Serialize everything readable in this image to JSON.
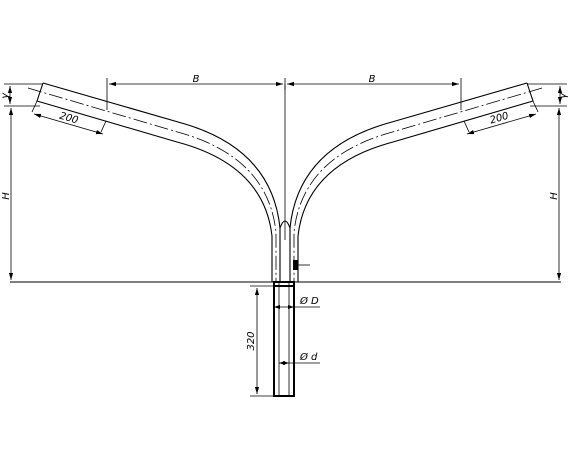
{
  "dimensions": {
    "arm_span_left": "B",
    "arm_span_right": "B",
    "arm_end_length_left": "200",
    "arm_end_length_right": "200",
    "height_left": "H",
    "height_right": "H",
    "tip_offset_left": "γ",
    "tip_offset_right": "γ",
    "embed_depth": "320",
    "outer_diameter": "Ø D",
    "inner_diameter": "Ø d"
  }
}
